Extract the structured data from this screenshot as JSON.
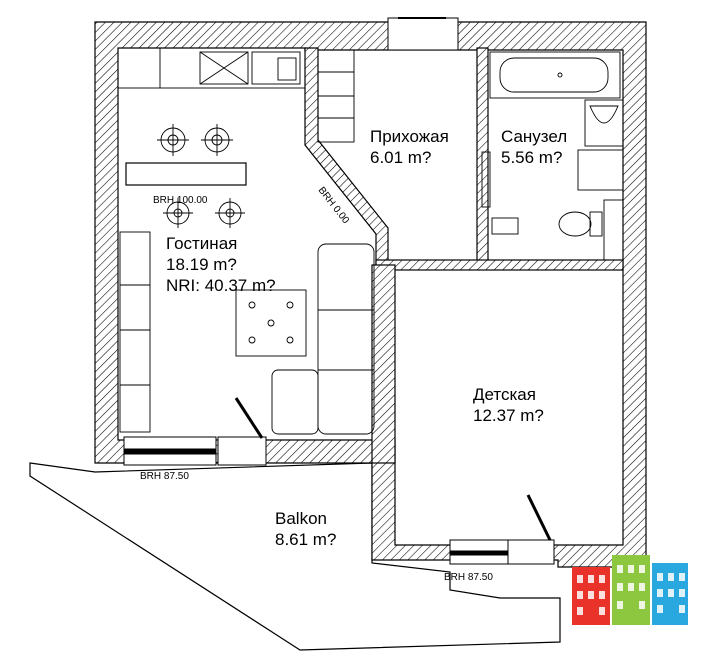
{
  "rooms": {
    "hall": {
      "name": "Прихожая",
      "area": "6.01 m?"
    },
    "bath": {
      "name": "Санузел",
      "area": "5.56 m?"
    },
    "living": {
      "name": "Гостиная",
      "area": "18.19 m?",
      "nri": "NRI: 40.37 m?"
    },
    "kids": {
      "name": "Детская",
      "area": "12.37 m?"
    },
    "balcony": {
      "name": "Balkon",
      "area": "8.61 m?"
    }
  },
  "brh_labels": {
    "kitchen": "BRH 100.00",
    "diagonal": "BRH 0.00",
    "living_window": "BRH 87.50",
    "kids_window": "BRH 87.50"
  },
  "colors": {
    "wall_hatch": "#000000",
    "watermark_red": "#e8322a",
    "watermark_green": "#8dc63f",
    "watermark_blue": "#29a8e0"
  }
}
